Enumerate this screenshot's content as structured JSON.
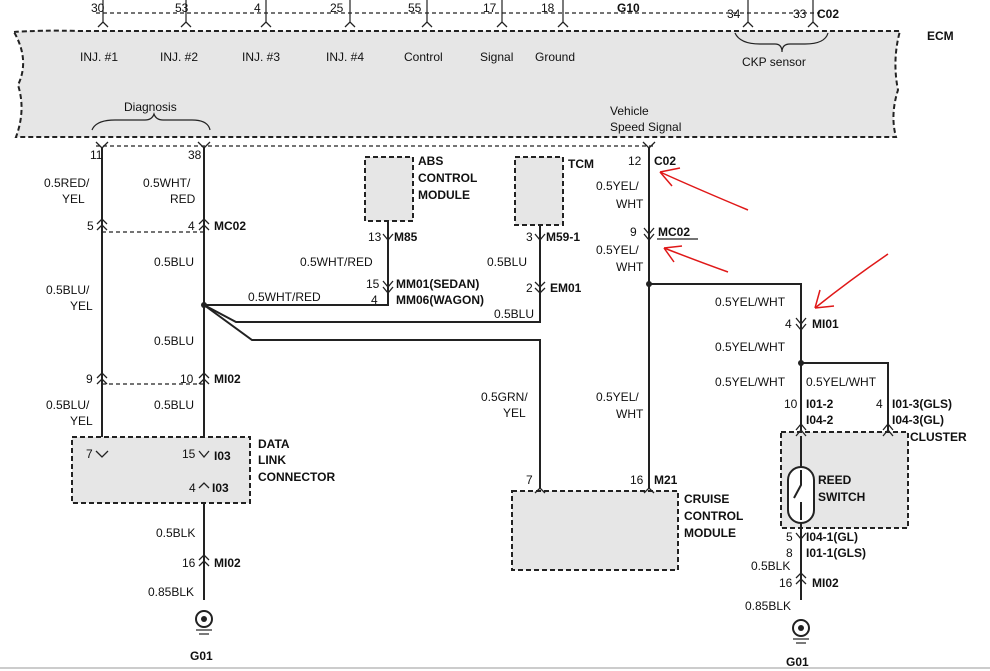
{
  "ecm": {
    "name": "ECM",
    "pins_top": [
      "30",
      "53",
      "4",
      "25",
      "55",
      "17",
      "18",
      "34",
      "33"
    ],
    "connector_top": "G10",
    "connector_ckp": "C02",
    "labels": [
      "INJ. #1",
      "INJ. #2",
      "INJ. #3",
      "INJ. #4",
      "Control",
      "Signal",
      "Ground"
    ],
    "ckp": "CKP sensor",
    "diagnosis": "Diagnosis",
    "vss_line1": "Vehicle",
    "vss_line2": "Speed Signal"
  },
  "diag_line": {
    "pin_11": "11",
    "pin_38": "38",
    "wire_a1": "0.5RED/",
    "wire_a2": "YEL",
    "wire_b1": "0.5WHT/",
    "wire_b2": "RED",
    "pin_5": "5",
    "pin_4": "4",
    "mc02": "MC02",
    "blu": "0.5BLU",
    "blu_yel1": "0.5BLU/",
    "blu_yel2": "YEL",
    "blu2": "0.5BLU",
    "pin_9": "9",
    "pin_10": "10",
    "mi02": "MI02",
    "blu_yel3": "0.5BLU/",
    "blu_yel4": "YEL",
    "blu3": "0.5BLU",
    "wht_red": "0.5WHT/RED",
    "grn1": "0.5GRN/",
    "grn2": "YEL"
  },
  "dlc": {
    "title1": "DATA",
    "title2": "LINK",
    "title3": "CONNECTOR",
    "pin_7": "7",
    "pin_15": "15",
    "i03a": "I03",
    "pin_4": "4",
    "i03b": "I03",
    "blk": "0.5BLK",
    "pin_16": "16",
    "mi02": "MI02",
    "blk85": "0.85BLK",
    "ground": "G01"
  },
  "abs": {
    "title1": "ABS",
    "title2": "CONTROL",
    "title3": "MODULE",
    "pin": "13",
    "conn": "M85",
    "wire": "0.5WHT/RED",
    "pin_15": "15",
    "mm01": "MM01(SEDAN)",
    "pin_4": "4",
    "mm06": "MM06(WAGON)"
  },
  "tcm": {
    "title": "TCM",
    "pin": "3",
    "conn": "M59-1",
    "wire": "0.5BLU",
    "pin_2": "2",
    "em01": "EM01",
    "wire2": "0.5BLU"
  },
  "vss": {
    "pin_12": "12",
    "c02": "C02",
    "w1a": "0.5YEL/",
    "w1b": "WHT",
    "pin_9": "9",
    "mc02": "MC02",
    "w2a": "0.5YEL/",
    "w2b": "WHT",
    "w3": "0.5YEL/WHT",
    "pin_4": "4",
    "mi01": "MI01",
    "w4": "0.5YEL/WHT",
    "w5": "0.5YEL/WHT",
    "w6": "0.5YEL/WHT",
    "w7a": "0.5YEL/",
    "w7b": "WHT"
  },
  "cruise": {
    "pin_7": "7",
    "pin_16": "16",
    "m21": "M21",
    "title1": "CRUISE",
    "title2": "CONTROL",
    "title3": "MODULE"
  },
  "cluster": {
    "pin_10": "10",
    "i01_2": "I01-2",
    "i04_2": "I04-2",
    "pin_4": "4",
    "i01_3": "I01-3(GLS)",
    "i04_3": "I04-3(GL)",
    "title": "CLUSTER",
    "reed1": "REED",
    "reed2": "SWITCH",
    "pin_5": "5",
    "i04_1": "I04-1(GL)",
    "pin_8": "8",
    "i01_1": "I01-1(GLS)",
    "blk": "0.5BLK",
    "pin_16": "16",
    "mi02": "MI02",
    "blk85": "0.85BLK",
    "ground": "G01"
  }
}
